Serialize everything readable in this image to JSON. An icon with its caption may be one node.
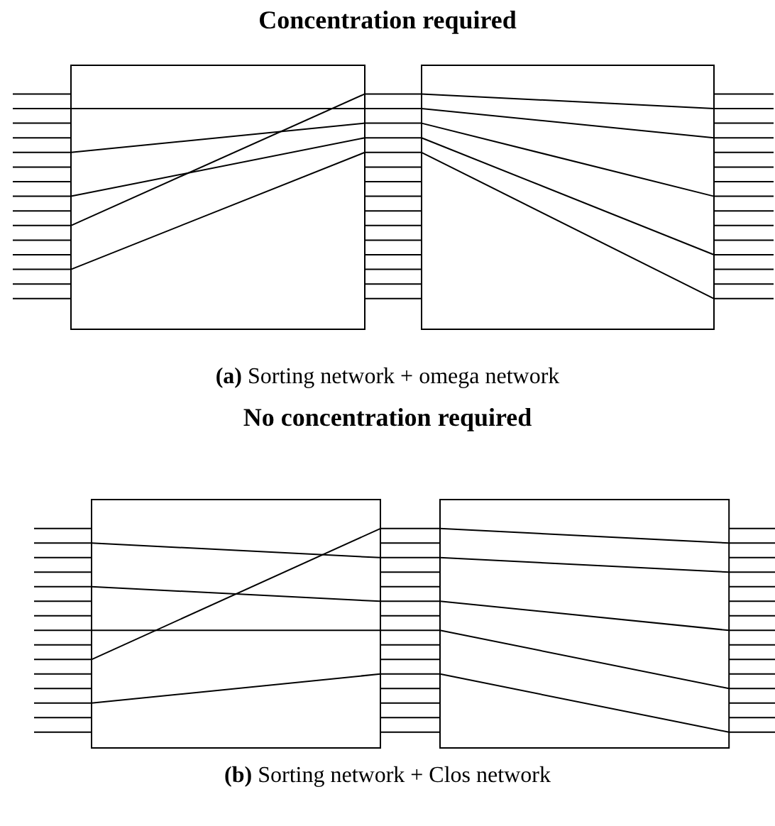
{
  "diagram": {
    "labels": [
      "Concentration required",
      "**(a)** Sorting network + omega network",
      "No concentration required",
      "**(b)** Sorting network + Clos network"
    ]
  }
}
